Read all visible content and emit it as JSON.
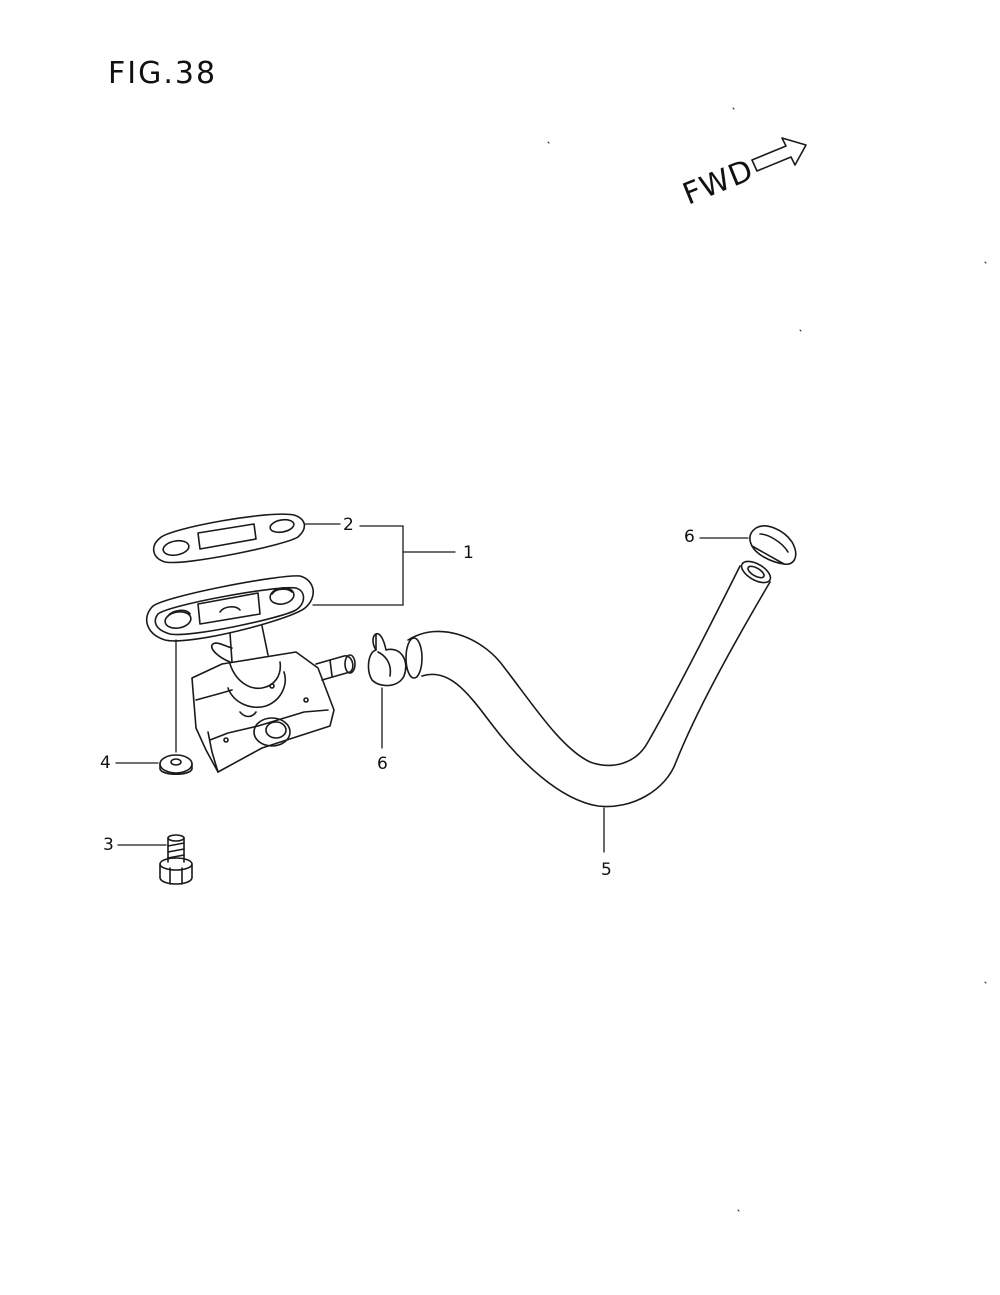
{
  "figure": {
    "title": "FIG.38",
    "direction_label": "FWD"
  },
  "callouts": [
    {
      "id": "c1",
      "text": "1"
    },
    {
      "id": "c2",
      "text": "2"
    },
    {
      "id": "c3",
      "text": "3"
    },
    {
      "id": "c4",
      "text": "4"
    },
    {
      "id": "c5",
      "text": "5"
    },
    {
      "id": "c6a",
      "text": "6"
    },
    {
      "id": "c6b",
      "text": "6"
    }
  ],
  "parts": [
    "fuel-cock",
    "gasket",
    "screw",
    "washer",
    "fuel-hose",
    "clamp",
    "clip"
  ],
  "colors": {
    "line": "#1a1a1a",
    "paper": "#ffffff"
  }
}
